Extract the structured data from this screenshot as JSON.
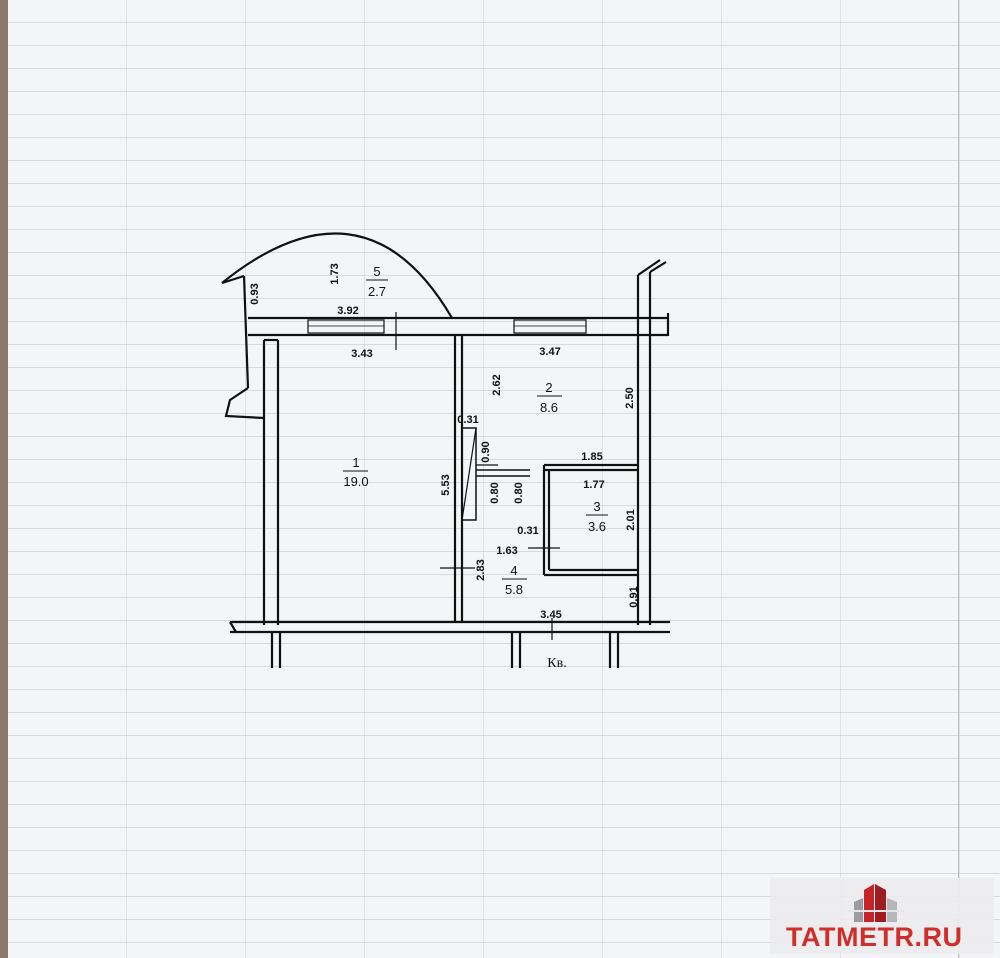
{
  "plan": {
    "rooms": [
      {
        "number": "1",
        "area": "19.0"
      },
      {
        "number": "2",
        "area": "8.6"
      },
      {
        "number": "3",
        "area": "3.6"
      },
      {
        "number": "4",
        "area": "5.8"
      },
      {
        "number": "5",
        "area": "2.7"
      }
    ],
    "dimensions": [
      "0.93",
      "1.73",
      "3.92",
      "3.43",
      "3.47",
      "2.62",
      "2.50",
      "0.31",
      "0.90",
      "1.85",
      "5.53",
      "0.80",
      "0.80",
      "1.77",
      "2.01",
      "0.31",
      "1.63",
      "2.83",
      "0.91",
      "3.45"
    ],
    "apartment_label": "Кв."
  },
  "watermark": {
    "text": "TATMETR.RU",
    "color": "#cf2e2a"
  }
}
